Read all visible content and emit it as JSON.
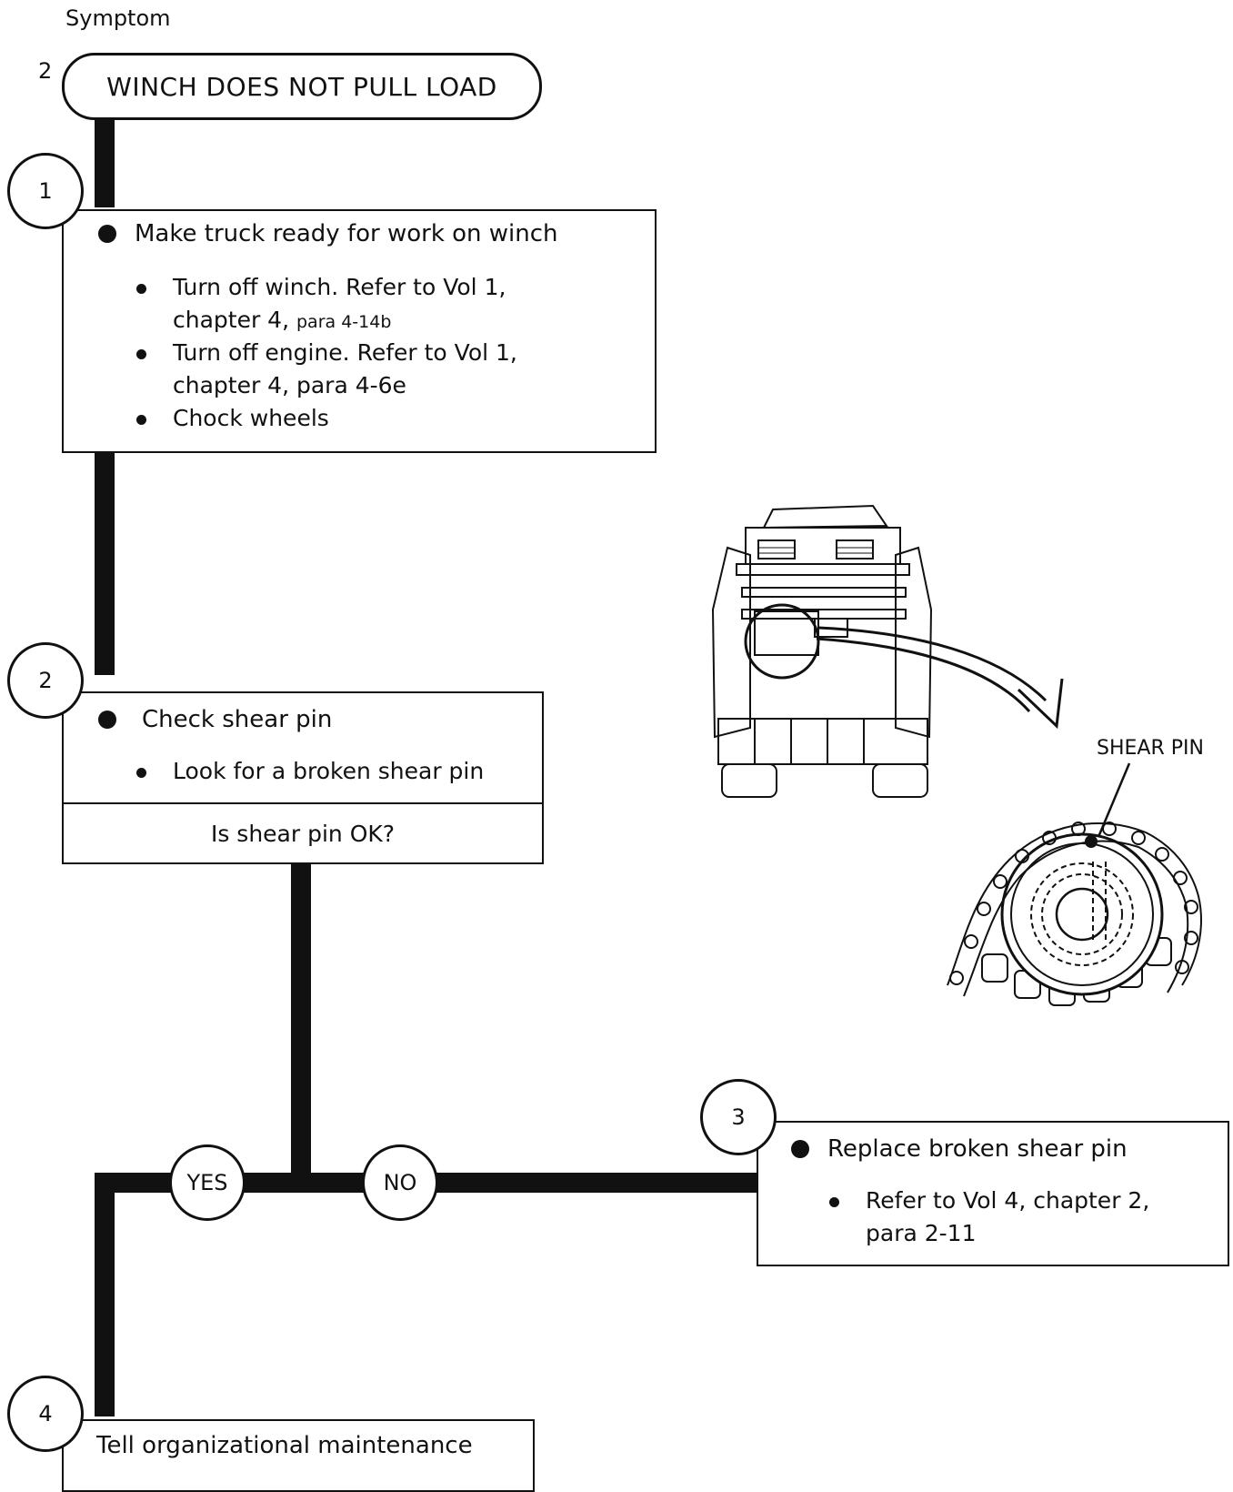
{
  "header": {
    "symptom_label": "Symptom",
    "symptom_number": "2",
    "symptom_title": "WINCH DOES NOT PULL LOAD"
  },
  "step1": {
    "number": "1",
    "main": "Make truck ready for work on winch",
    "items": [
      {
        "line1": "Turn off winch.  Refer to Vol 1,",
        "line2a": "chapter 4, ",
        "line2b": "para 4-14b"
      },
      {
        "line1": "Turn off engine.  Refer to Vol 1,",
        "line2": "chapter 4, para 4-6e"
      },
      {
        "line1": "Chock wheels"
      }
    ]
  },
  "step2": {
    "number": "2",
    "main": "Check shear pin",
    "item": "Look for a broken shear pin",
    "question": "Is shear pin OK?"
  },
  "branches": {
    "yes": "YES",
    "no": "NO"
  },
  "step3": {
    "number": "3",
    "main": "Replace broken shear pin",
    "item_line1": "Refer to Vol 4, chapter 2,",
    "item_line2": "para 2-11"
  },
  "step4": {
    "number": "4",
    "text": "Tell organizational maintenance"
  },
  "illustration": {
    "callout": "SHEAR PIN"
  }
}
